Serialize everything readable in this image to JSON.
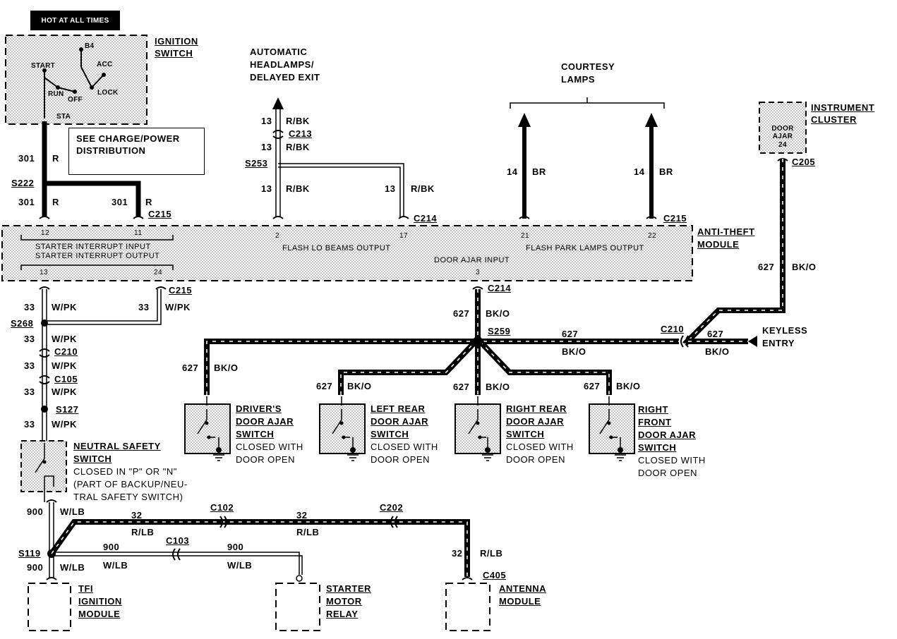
{
  "header": {
    "hot_label": "HOT AT ALL TIMES"
  },
  "ignition_switch": {
    "title_line1": "IGNITION",
    "title_line2": "SWITCH",
    "pos_b4": "B4",
    "pos_start": "START",
    "pos_acc": "ACC",
    "pos_run": "RUN",
    "pos_off": "OFF",
    "pos_lock": "LOCK",
    "pos_sta": "STA"
  },
  "note_box": {
    "line1": "SEE CHARGE/POWER",
    "line2": "DISTRIBUTION"
  },
  "wires": {
    "w301_a": {
      "num": "301",
      "color": "R"
    },
    "w301_b": {
      "num": "301",
      "color": "R"
    },
    "w301_c": {
      "num": "301",
      "color": "R"
    },
    "w13_a": {
      "num": "13",
      "color": "R/BK"
    },
    "w13_b": {
      "num": "13",
      "color": "R/BK"
    },
    "w13_c": {
      "num": "13",
      "color": "R/BK"
    },
    "w13_d": {
      "num": "13",
      "color": "R/BK"
    },
    "w14_a": {
      "num": "14",
      "color": "BR"
    },
    "w14_b": {
      "num": "14",
      "color": "BR"
    },
    "w627_cluster": {
      "num": "627",
      "color": "BK/O"
    },
    "w627_c214": {
      "num": "627",
      "color": "BK/O"
    },
    "w627_s259_right": {
      "num": "627",
      "color": "BK/O"
    },
    "w627_keyless": {
      "num": "627",
      "color": "BK/O"
    },
    "w627_driver": {
      "num": "627",
      "color": "BK/O"
    },
    "w627_left_rear": {
      "num": "627",
      "color": "BK/O"
    },
    "w627_right_rear": {
      "num": "627",
      "color": "BK/O"
    },
    "w627_right_front": {
      "num": "627",
      "color": "BK/O"
    },
    "w33_a": {
      "num": "33",
      "color": "W/PK"
    },
    "w33_b": {
      "num": "33",
      "color": "W/PK"
    },
    "w33_c": {
      "num": "33",
      "color": "W/PK"
    },
    "w33_d": {
      "num": "33",
      "color": "W/PK"
    },
    "w33_e": {
      "num": "33",
      "color": "W/PK"
    },
    "w33_f": {
      "num": "33",
      "color": "W/PK"
    },
    "w900_a": {
      "num": "900",
      "color": "W/LB"
    },
    "w900_b": {
      "num": "900",
      "color": "W/LB"
    },
    "w900_c": {
      "num": "900",
      "color": "W/LB"
    },
    "w900_d": {
      "num": "900",
      "color": "W/LB"
    },
    "w32_a": {
      "num": "32",
      "color": "R/LB"
    },
    "w32_b": {
      "num": "32",
      "color": "R/LB"
    },
    "w32_c": {
      "num": "32",
      "color": "R/LB"
    }
  },
  "splices": {
    "s222": "S222",
    "s253": "S253",
    "s259": "S259",
    "s268": "S268",
    "s127": "S127",
    "s119": "S119"
  },
  "connectors": {
    "c215_top_left": "C215",
    "c213": "C213",
    "c214_top": "C214",
    "c215_top_right": "C215",
    "c205": "C205",
    "c215_bottom": "C215",
    "c214_bottom": "C214",
    "c210_keyless": "C210",
    "c210_left": "C210",
    "c105": "C105",
    "c102": "C102",
    "c202": "C202",
    "c103": "C103",
    "c405": "C405"
  },
  "destinations": {
    "auto_headlamps_line1": "AUTOMATIC",
    "auto_headlamps_line2": "HEADLAMPS/",
    "auto_headlamps_line3": "DELAYED EXIT",
    "courtesy_line1": "COURTESY",
    "courtesy_line2": "LAMPS",
    "keyless_line1": "KEYLESS",
    "keyless_line2": "ENTRY"
  },
  "instrument_cluster": {
    "title_line1": "INSTRUMENT",
    "title_line2": "CLUSTER",
    "inner_line1": "DOOR",
    "inner_line2": "AJAR",
    "inner_pin": "24"
  },
  "anti_theft": {
    "title_line1": "ANTI-THEFT",
    "title_line2": "MODULE",
    "pin_12": "12",
    "pin_11": "11",
    "pin_2": "2",
    "pin_17": "17",
    "pin_21": "21",
    "pin_22": "22",
    "pin_13": "13",
    "pin_24": "24",
    "pin_3": "3",
    "starter_in": "STARTER INTERRUPT INPUT",
    "starter_out": "STARTER INTERRUPT OUTPUT",
    "flash_lo": "FLASH LO BEAMS OUTPUT",
    "flash_park": "FLASH PARK LAMPS OUTPUT",
    "door_ajar_in": "DOOR AJAR INPUT"
  },
  "switches": {
    "driver": {
      "l1": "DRIVER'S",
      "l2": "DOOR AJAR",
      "l3": "SWITCH",
      "l4": "CLOSED WITH",
      "l5": "DOOR OPEN"
    },
    "left_rear": {
      "l1": "LEFT REAR",
      "l2": "DOOR AJAR",
      "l3": "SWITCH",
      "l4": "CLOSED WITH",
      "l5": "DOOR OPEN"
    },
    "right_rear": {
      "l1": "RIGHT REAR",
      "l2": "DOOR AJAR",
      "l3": "SWITCH",
      "l4": "CLOSED WITH",
      "l5": "DOOR OPEN"
    },
    "right_front": {
      "l1": "RIGHT",
      "l2": "FRONT",
      "l3": "DOOR AJAR",
      "l4": "SWITCH",
      "l5": "CLOSED WITH",
      "l6": "DOOR OPEN"
    },
    "neutral": {
      "l1": "NEUTRAL SAFETY",
      "l2": "SWITCH",
      "l3": "CLOSED IN \"P\" OR \"N\"",
      "l4": "(PART OF BACKUP/NEU-",
      "l5": "TRAL SAFETY SWITCH)"
    }
  },
  "modules": {
    "tfi_l1": "TFI",
    "tfi_l2": "IGNITION",
    "tfi_l3": "MODULE",
    "starter_l1": "STARTER",
    "starter_l2": "MOTOR",
    "starter_l3": "RELAY",
    "antenna_l1": "ANTENNA",
    "antenna_l2": "MODULE"
  }
}
